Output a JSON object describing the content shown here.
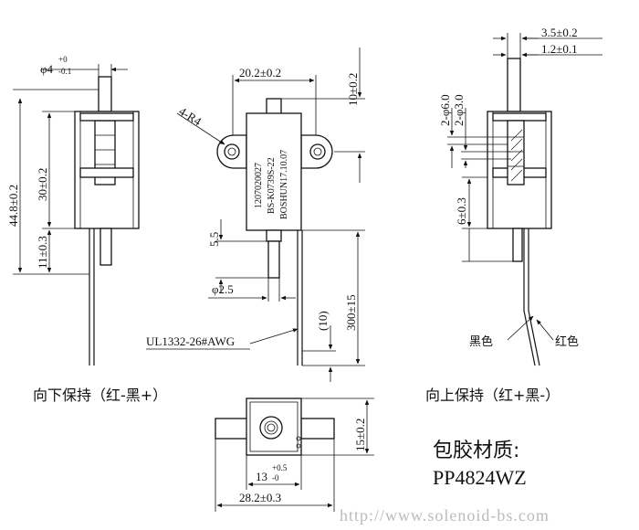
{
  "left_view": {
    "dia4_main": "φ4",
    "dia4_upper": "+0",
    "dia4_lower": "-0.1",
    "dim_height": "44.8±0.2",
    "dim_body": "30±0.2",
    "dim_lower": "11±0.3",
    "caption": "向下保持（红-黑+）"
  },
  "center_view": {
    "dim_width": "20.2±0.2",
    "dim_top": "10±0.2",
    "hole_label": "4-R4",
    "body_text_lines": [
      "1207020027",
      "BS-K0739S-22",
      "BOSHUN17.10.07"
    ],
    "dim_plunger": "5.5",
    "dim_shaft": "φ2.5",
    "dim_lead": "300±15",
    "dim_strip": "(10)",
    "wire_label": "UL1332-26#AWG"
  },
  "right_view": {
    "dim_top_a": "3.5±0.2",
    "dim_top_b": "1.2±0.1",
    "dim_d6": "2-φ6.0",
    "dim_d3": "2-φ3.0",
    "dim_stroke": "6±0.3",
    "wire_black": "黑色",
    "wire_red": "红色",
    "caption": "向上保持（红+黑-）"
  },
  "bottom_view": {
    "dim_13_main": "13",
    "dim_13_upper": "+0.5",
    "dim_13_lower": "-0",
    "dim_15": "15±0.2",
    "dim_28": "28.2±0.3"
  },
  "material": {
    "label": "包胶材质:",
    "code": "PP4824WZ"
  },
  "watermark": "http://www.solenoid-bs.com"
}
